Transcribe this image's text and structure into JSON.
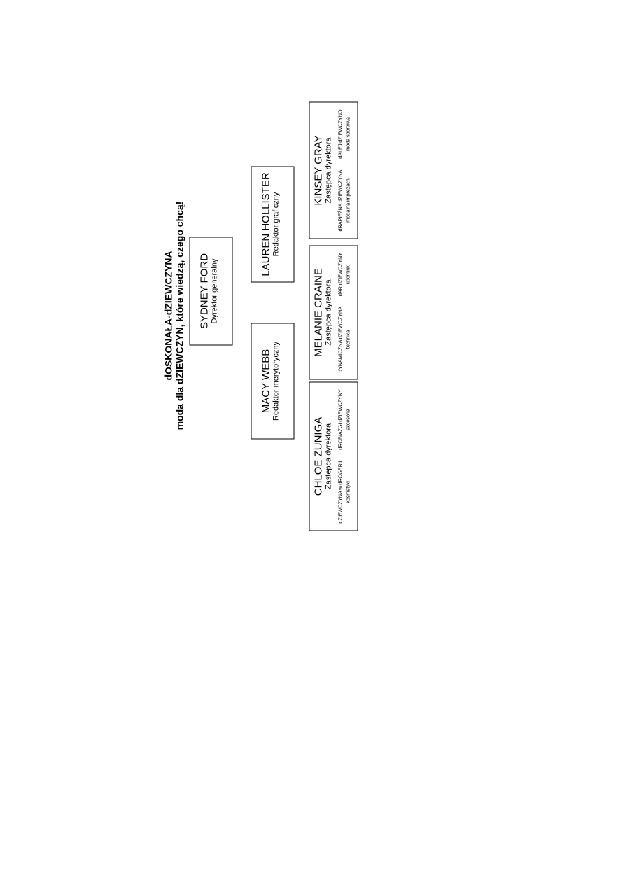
{
  "title": {
    "line1": "dOSKONAŁA-dZIEWCZYNA",
    "line2": "moda dla dZIEWCZYN, które wiedzą, czego chcą!"
  },
  "director": {
    "name": "SYDNEY FORD",
    "role": "Dyrektor generalny"
  },
  "editors": [
    {
      "name": "MACY WEBB",
      "role": "Redaktor merytoryczny"
    },
    {
      "name": "LAUREN HOLLISTER",
      "role": "Redaktor graficzny"
    }
  ],
  "deputies": [
    {
      "name": "CHLOE ZUNIGA",
      "role": "Zastępca dyrektora",
      "departments": [
        {
          "line1": "dZIEWCZYNA w dROGERII",
          "line2": "kosmetyki"
        },
        {
          "line1": "dROBIAZGI dZIEWCZYNY",
          "line2": "akcesoria"
        }
      ]
    },
    {
      "name": "MELANIE CRAINE",
      "role": "Zastępca dyrektora",
      "departments": [
        {
          "line1": "dYNAMICZNA dZIEWCZYNA",
          "line2": "technika"
        },
        {
          "line1": "dAR dZIEWCZYNY",
          "line2": "upominki"
        }
      ]
    },
    {
      "name": "KINSEY GRAY",
      "role": "Zastępca dyrektora",
      "departments": [
        {
          "line1": "dRAPIEŻNA dZIEWCZYNA",
          "line2": "moda na imprezach"
        },
        {
          "line1": "dALEJ dZIEWCZYNO",
          "line2": "moda sportowa"
        }
      ]
    }
  ]
}
